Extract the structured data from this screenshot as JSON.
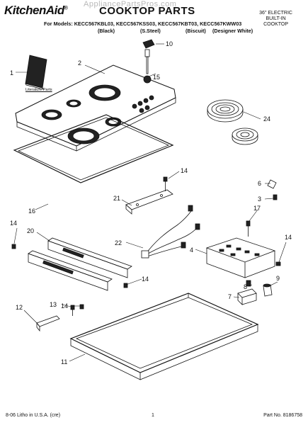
{
  "header": {
    "brand": "KitchenAid",
    "brand_mark": "®",
    "title": "COOKTOP PARTS",
    "watermark": "AppliancePartsPros.com",
    "right_lines": [
      "36\" ELECTRIC",
      "BUILT-IN",
      "COOKTOP"
    ],
    "models_line": "For Models: KECC567KBL03, KECC567KSS03, KECC567KBT03, KECC567KWW03",
    "variants": [
      "(Black)",
      "(S.Steel)",
      "(Biscuit)",
      "(Designer White)"
    ]
  },
  "diagram": {
    "literature_label": "Literature Parts",
    "callouts": [
      "1",
      "2",
      "10",
      "15",
      "24",
      "14",
      "6",
      "3",
      "21",
      "16",
      "17",
      "14",
      "20",
      "22",
      "4",
      "14",
      "9",
      "8",
      "7",
      "13",
      "14",
      "12",
      "11"
    ]
  },
  "footer": {
    "left": "8-06 Litho in U.S.A. (cre)",
    "page": "1",
    "part_no": "Part No. 8186758"
  }
}
